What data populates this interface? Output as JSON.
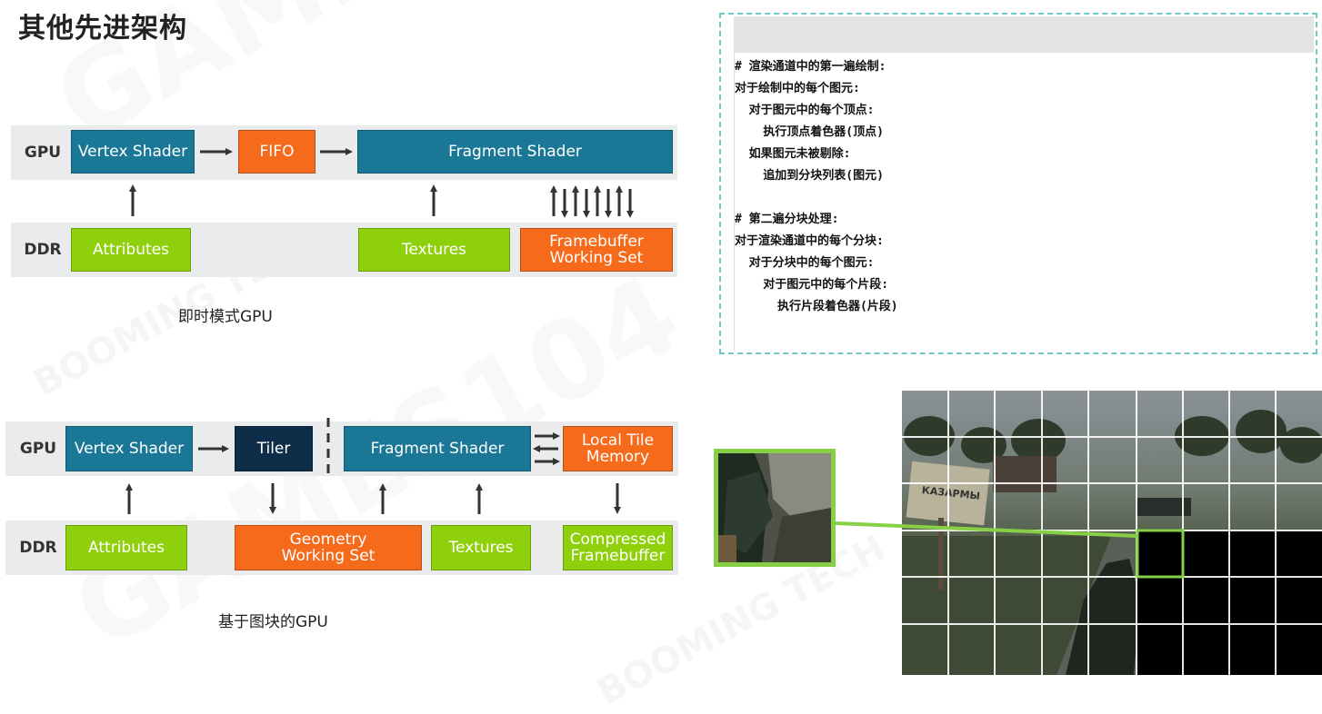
{
  "title": "其他先进架构",
  "imr": {
    "gpu_label": "GPU",
    "ddr_label": "DDR",
    "vertex_shader": "Vertex Shader",
    "fifo": "FIFO",
    "fragment_shader": "Fragment Shader",
    "attributes": "Attributes",
    "textures": "Textures",
    "framebuffer_line1": "Framebuffer",
    "framebuffer_line2": "Working Set",
    "caption": "即时模式GPU"
  },
  "tbr": {
    "gpu_label": "GPU",
    "ddr_label": "DDR",
    "vertex_shader": "Vertex Shader",
    "tiler": "Tiler",
    "fragment_shader": "Fragment Shader",
    "local_tile_line1": "Local Tile",
    "local_tile_line2": "Memory",
    "attributes": "Attributes",
    "geometry_line1": "Geometry",
    "geometry_line2": "Working Set",
    "textures": "Textures",
    "compressed_line1": "Compressed",
    "compressed_line2": "Framebuffer",
    "caption": "基于图块的GPU"
  },
  "code": {
    "lines": [
      "# 渲染通道中的第一遍绘制:",
      "对于绘制中的每个图元:",
      "  对于图元中的每个顶点:",
      "    执行顶点着色器(顶点)",
      "  如果图元未被剔除:",
      "    追加到分块列表(图元)",
      "",
      "# 第二遍分块处理:",
      "对于渲染通道中的每个分块:",
      "  对于分块中的每个图元:",
      "    对于图元中的每个片段:",
      "      执行片段着色器(片段)"
    ]
  },
  "game": {
    "sign_text": "КАЗАРМЫ"
  },
  "watermark": {
    "line1": "GAMES104",
    "line2": "BOOMING TECH"
  },
  "colors": {
    "shader_blue": "#1a7896",
    "tiler_navy": "#0d2d48",
    "memory_orange": "#f56a1b",
    "ddr_green": "#8fd00d",
    "panel_border": "#71c9c6",
    "highlight_green": "#86cf46"
  }
}
